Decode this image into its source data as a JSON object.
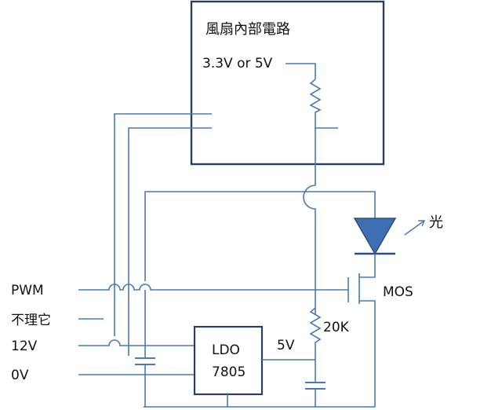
{
  "labels": {
    "fan_internal": "風扇內部電路",
    "supply_volt": "3.3V or 5V",
    "light": "光",
    "mos": "MOS",
    "resistor": "20K",
    "ldo_line1": "LDO",
    "ldo_line2": "7805",
    "ldo_out": "5V"
  },
  "inputs": [
    "PWM",
    "不理它",
    "12V",
    "0V"
  ],
  "colors": {
    "wire": "#4a7ab5",
    "box": "#2a3f5f",
    "led": "#3d6fb2"
  }
}
